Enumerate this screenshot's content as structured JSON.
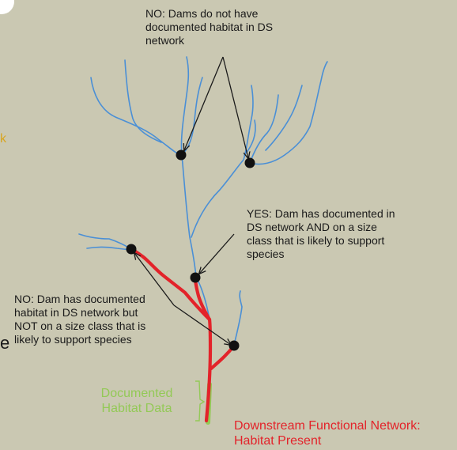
{
  "annotations": {
    "top_no": "NO: Dams do not have\ndocumented habitat in DS\nnetwork",
    "right_yes": "YES: Dam has documented in\nDS network AND on a size\nclass that is likely to support\nspecies",
    "left_no": "NO: Dam has documented\nhabitat in DS network but\nNOT on a size class that is\nlikely to support species",
    "green_label": "Documented\nHabitat Data",
    "red_label": "Downstream Functional Network:\nHabitat Present"
  },
  "edge_fragments": {
    "left_k": "k",
    "left_e": "e"
  },
  "colors": {
    "background": "#cac8b2",
    "stream": "#4a8fd6",
    "habitat": "#e3232a",
    "documented": "#93c956",
    "dam": "#111111",
    "arrow": "#1a1a1a"
  },
  "dams": [
    "dam-upper-left",
    "dam-upper-right",
    "dam-middle",
    "dam-left",
    "dam-lower-right"
  ]
}
